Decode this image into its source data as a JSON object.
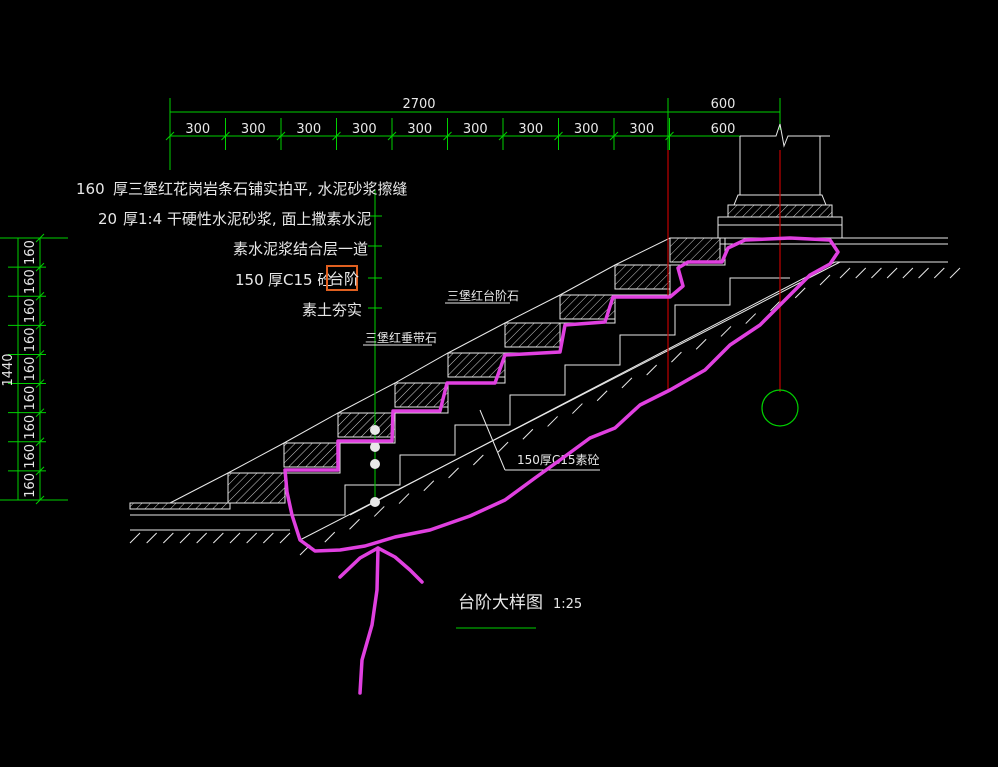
{
  "dimensions": {
    "top_total": "2700",
    "top_right": "600",
    "segments": [
      "300",
      "300",
      "300",
      "300",
      "300",
      "300",
      "300",
      "300",
      "300"
    ],
    "segment_right": "600",
    "left_total": "1440",
    "left_segments": [
      "160",
      "160",
      "160",
      "160",
      "160",
      "160",
      "160",
      "160",
      "160"
    ]
  },
  "layers": [
    {
      "thickness": "160",
      "text": "厚三堡红花岗岩条石铺实拍平, 水泥砂浆擦缝"
    },
    {
      "thickness": "20",
      "text": "厚1:4  干硬性水泥砂浆, 面上撒素水泥"
    },
    {
      "thickness": "",
      "text": "素水泥浆结合层一道"
    },
    {
      "thickness": "150",
      "text": "厚C15  砼",
      "highlight": "台阶"
    },
    {
      "thickness": "",
      "text": "素土夯实"
    }
  ],
  "labels": {
    "tread_stone": "三堡红台阶石",
    "riser_stone": "三堡红垂带石",
    "concrete": "150厚C15素砼"
  },
  "title": {
    "text": "台阶大样图",
    "scale": "1:25"
  },
  "colors": {
    "background": "#000000",
    "dimension_line": "#00d000",
    "drawing_line": "#e8e8e8",
    "markup": "#e040e0",
    "highlight_box": "#e06020",
    "section_line": "#c00000"
  }
}
